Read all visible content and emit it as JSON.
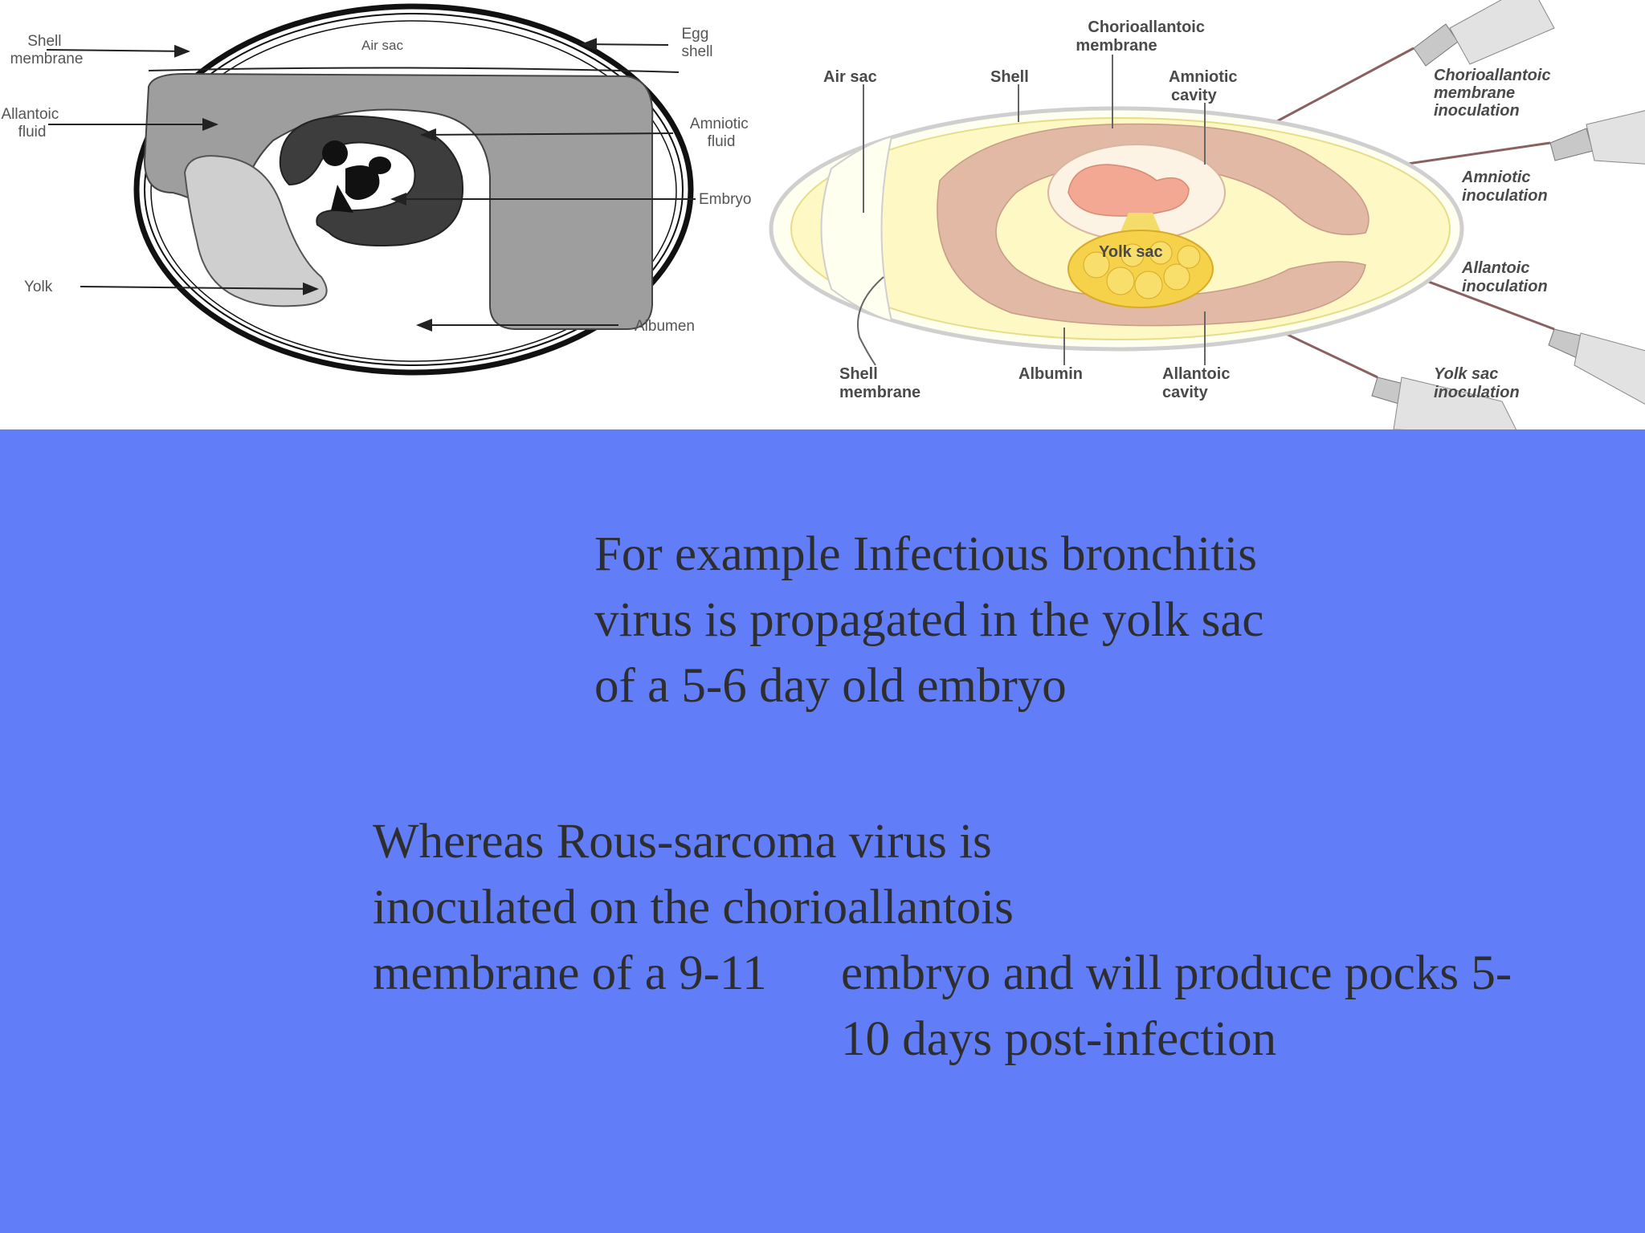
{
  "diagram_left": {
    "labels": {
      "shell_membrane": [
        "Shell",
        "membrane"
      ],
      "air_sac": "Air sac",
      "egg_shell": [
        "Egg",
        "shell"
      ],
      "allantoic_fluid": [
        "Allantoic",
        "fluid"
      ],
      "amniotic_fluid": [
        "Amniotic",
        "fluid"
      ],
      "embryo": "Embryo",
      "yolk": "Yolk",
      "albumen": "Albumen"
    }
  },
  "diagram_right": {
    "labels": {
      "chorioallantoic_membrane": [
        "Chorioallantoic",
        "membrane"
      ],
      "air_sac": "Air sac",
      "shell": "Shell",
      "amniotic_cavity": [
        "Amniotic",
        "cavity"
      ],
      "yolk_sac": "Yolk sac",
      "shell_membrane": [
        "Shell",
        "membrane"
      ],
      "albumin": "Albumin",
      "allantoic_cavity": [
        "Allantoic",
        "cavity"
      ]
    },
    "inoculations": {
      "chorioallantoic": [
        "Chorioallantoic",
        "membrane",
        "inoculation"
      ],
      "amniotic": [
        "Amniotic",
        "inoculation"
      ],
      "allantoic": [
        "Allantoic",
        "inoculation"
      ],
      "yolk_sac": [
        "Yolk sac",
        "inoculation"
      ]
    }
  },
  "paragraphs": {
    "first": [
      "For example Infectious bronchitis",
      "virus is propagated in the yolk sac",
      "of a 5-6 day old embryo"
    ],
    "second": [
      "Whereas Rous-sarcoma virus is",
      "inoculated on the chorioallantois",
      "membrane of a 9-11"
    ],
    "second_continued": [
      "embryo and will produce pocks 5-",
      "10 days post-infection"
    ]
  },
  "colors": {
    "background": "#617ef8",
    "text": "#2e2e2e",
    "figure_band": "#ffffff"
  }
}
